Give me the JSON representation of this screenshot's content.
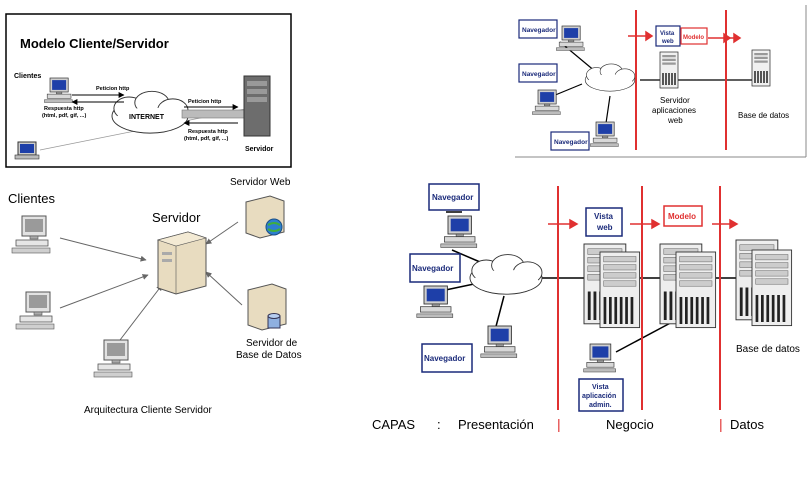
{
  "panel1": {
    "title": "Modelo Cliente/Servidor",
    "clients_label": "Clientes",
    "request_left": "Peticion http",
    "response_left_1": "Respuesta http",
    "response_left_2": "(html, pdf, gif, ...)",
    "internet_label": "INTERNET",
    "request_right": "Peticion http",
    "response_right_1": "Respuesta http",
    "response_right_2": "(html, pdf, gif, ...)",
    "server_label": "Servidor"
  },
  "panel2": {
    "clients_label": "Clientes",
    "server_label": "Servidor",
    "web_server_label": "Servidor Web",
    "db_server_label_1": "Servidor de",
    "db_server_label_2": "Base de Datos",
    "caption": "Arquitectura Cliente Servidor"
  },
  "panel3": {
    "browser_1": "Navegador",
    "browser_2": "Navegador",
    "browser_3": "Navegador",
    "view_line1": "Vista",
    "view_line2": "web",
    "model_label": "Modelo",
    "app_server_1": "Servidor",
    "app_server_2": "aplicaciones",
    "app_server_3": "web",
    "database_label": "Base de datos"
  },
  "panel4": {
    "browser_1": "Navegador",
    "browser_2": "Navegador",
    "browser_3": "Navegador",
    "view_line1": "Vista",
    "view_line2": "web",
    "model_label": "Modelo",
    "admin_view_1": "Vista",
    "admin_view_2": "aplicación",
    "admin_view_3": "admin.",
    "database_label": "Base de datos",
    "layers_label": "CAPAS",
    "colon": ":",
    "layer_presentation": "Presentación",
    "layer_business": "Negocio",
    "layer_data": "Datos",
    "separator": "|"
  },
  "colors": {
    "accent_red": "#e03030",
    "navy": "#1a2a7a",
    "line": "#000000"
  },
  "icons": [
    "desktop-computer-icon",
    "laptop-icon",
    "server-tower-icon",
    "cloud-icon",
    "database-icon",
    "globe-icon"
  ]
}
